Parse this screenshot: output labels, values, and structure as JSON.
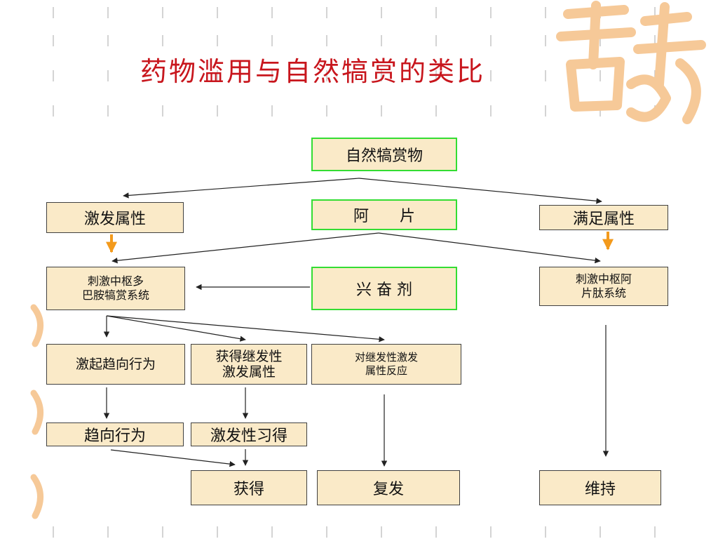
{
  "slide": {
    "title": "药物滥用与自然犒赏的类比",
    "colors": {
      "title": "#c8161d",
      "box_fill": "#faeac8",
      "box_border": "#404040",
      "highlight_border": "#33dd33",
      "accent_arrow": "#f39a1c",
      "decoration": "#f6c998"
    }
  },
  "diagram": {
    "natural_reward": "自然犒赏物",
    "opium": "阿　　片",
    "stimulant": "兴 奋 剂",
    "arousal_property": "激发属性",
    "satiation_property": "满足属性",
    "dopamine_system": "刺激中枢多\n巴胺犒赏系统",
    "opioid_system": "刺激中枢阿\n片肽系统",
    "approach_behavior_arousal": "激起趋向行为",
    "acquire_secondary": "获得继发性\n激发属性",
    "secondary_response": "对继发性激发\n属性反应",
    "approach_behavior": "趋向行为",
    "arousal_learning": "激发性习得",
    "acquire": "获得",
    "relapse": "复发",
    "maintain": "维持"
  }
}
